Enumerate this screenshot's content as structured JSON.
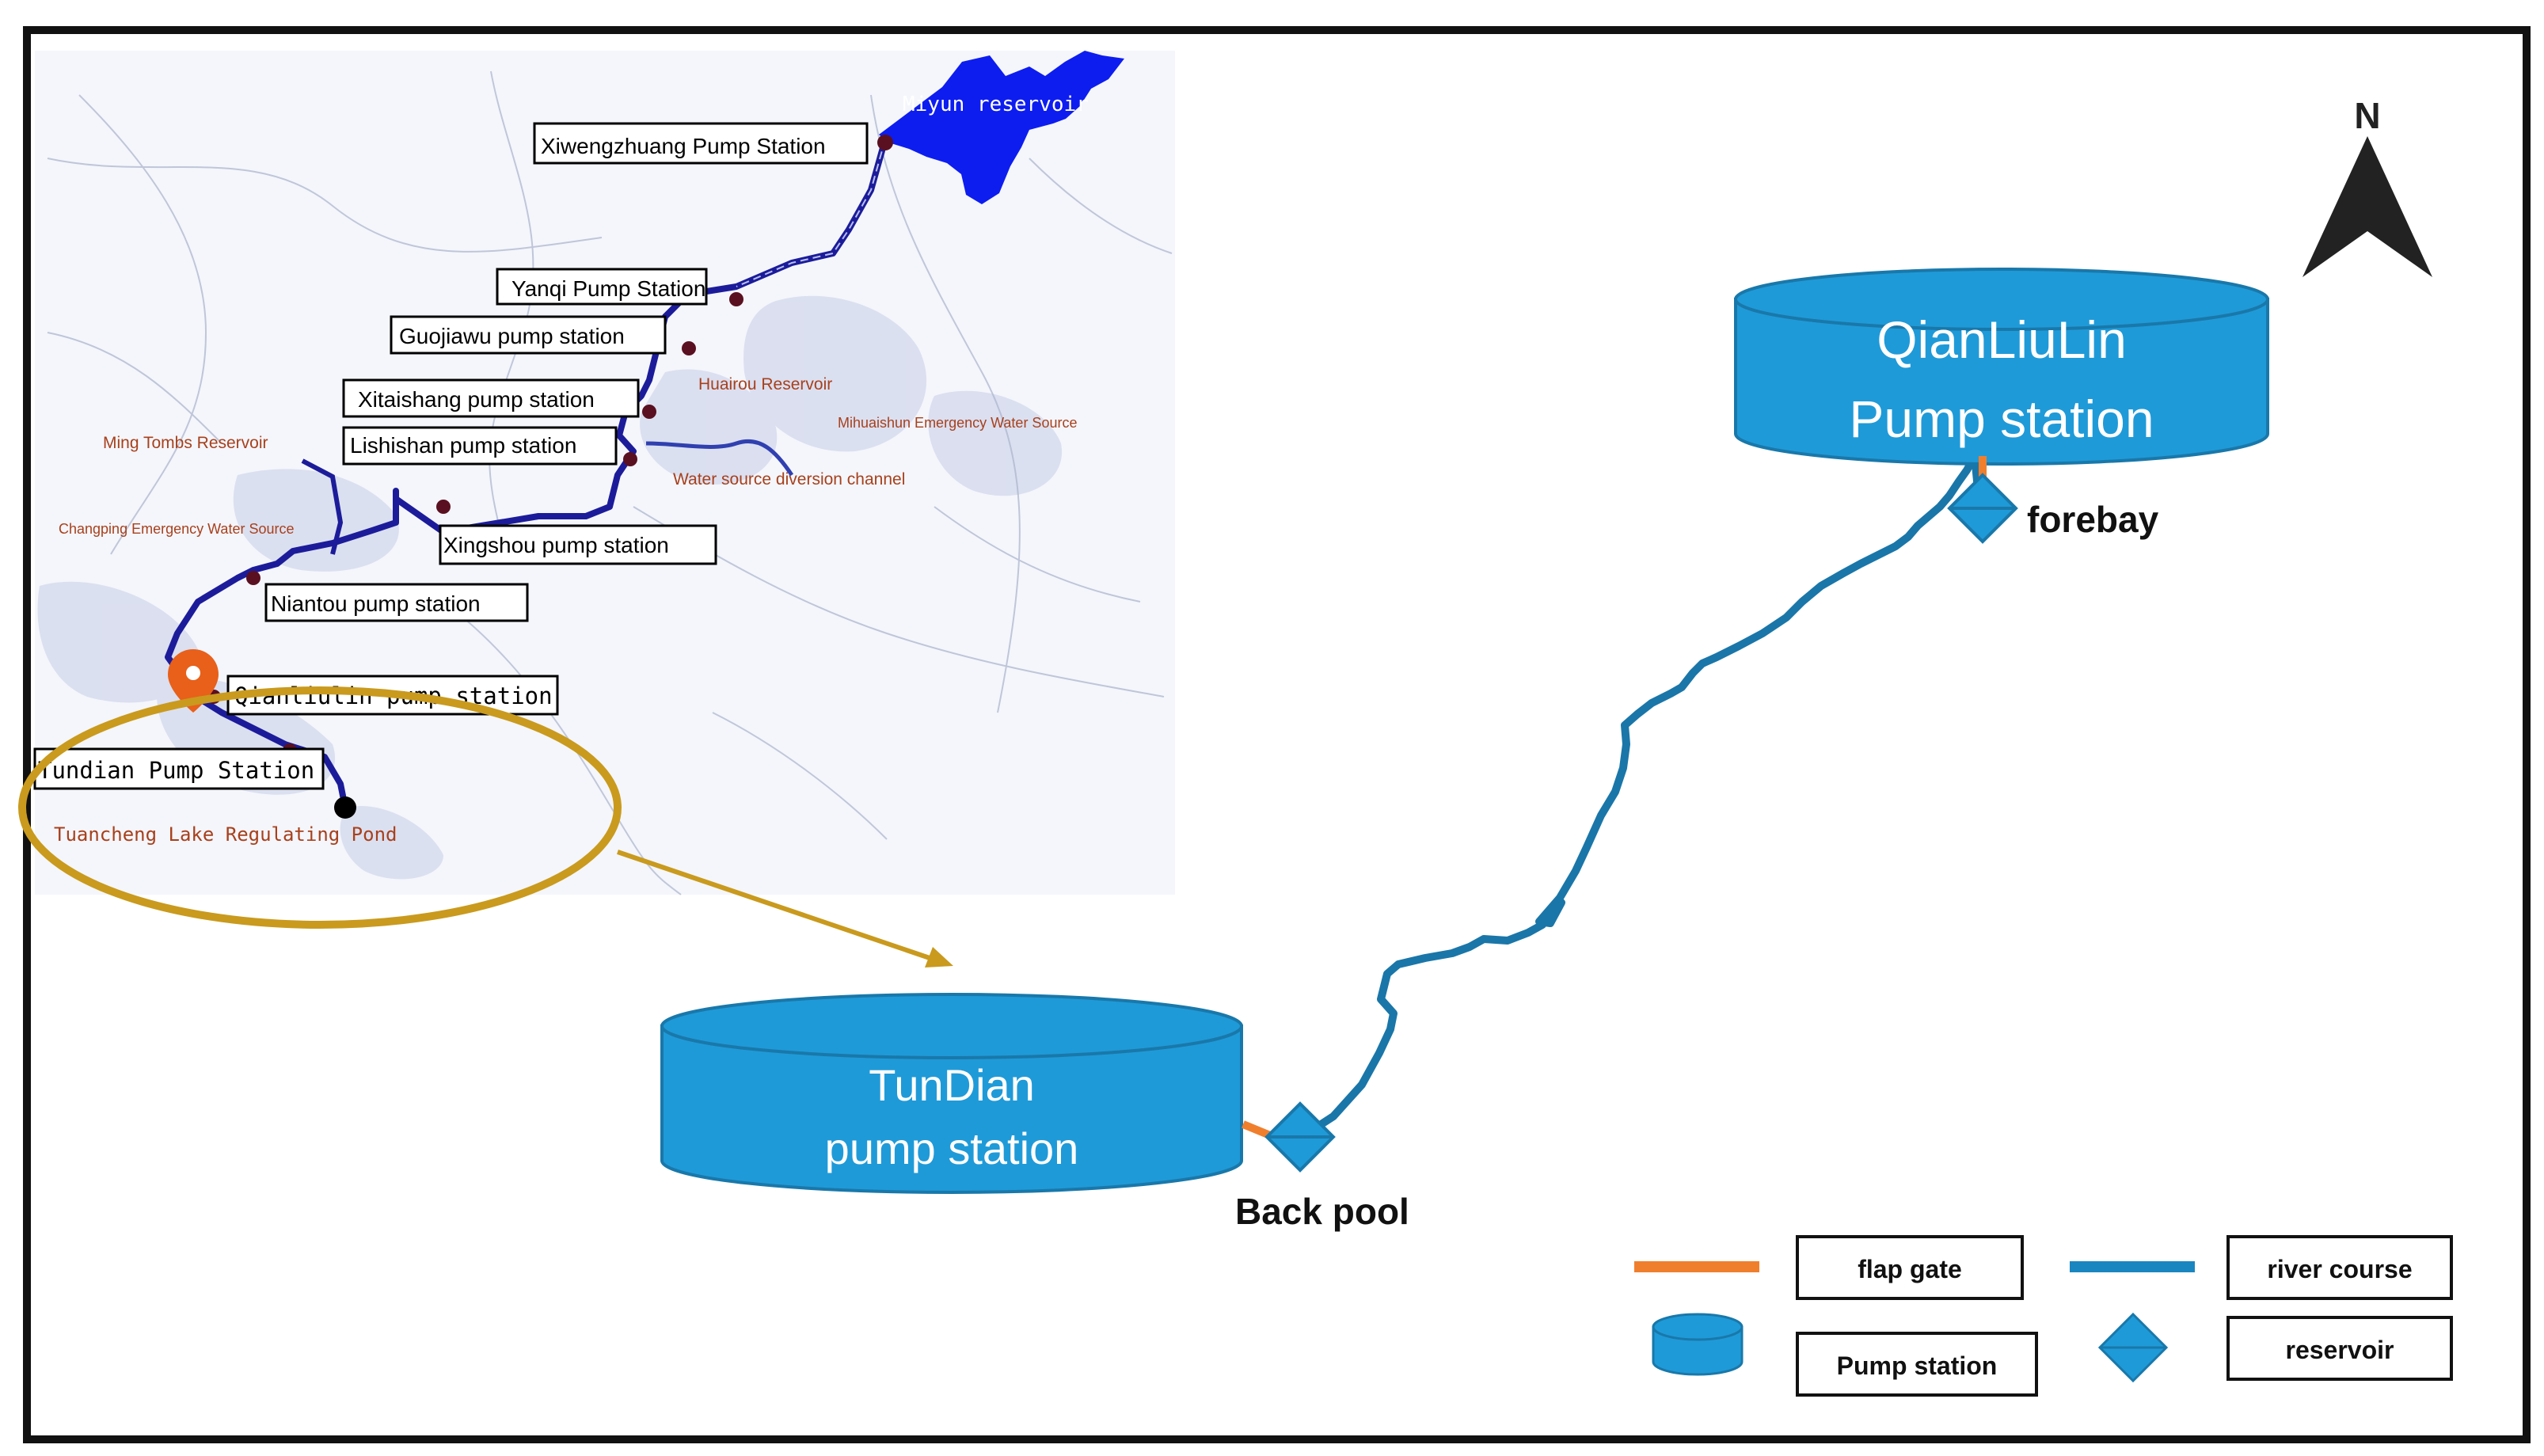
{
  "colors": {
    "frame": "#111111",
    "pump_station_fill": "#1f9ad8",
    "pump_station_stroke": "#1978aa",
    "river": "#1a76a8",
    "flap_gate": "#f07f2d",
    "callout": "#c99a1d",
    "map_route": "#1c1c9a",
    "reservoir_fill": "#0d1df0",
    "map_label_red": "#a8401c",
    "marker": "#e8601a"
  },
  "map": {
    "labels": {
      "miyun": "Miyun reservoir",
      "xiwengzhuang": "Xiwengzhuang Pump Station",
      "yanqi": "Yanqi Pump Station",
      "guojiawu": "Guojiawu pump station",
      "xitaishang": "Xitaishang pump station",
      "lishishan": "Lishishan pump station",
      "xingshou": "Xingshou pump station",
      "niantou": "Niantou pump station",
      "qianliulin": "Qianliulin pump station",
      "tundian": "Tundian Pump Station"
    },
    "place_names": {
      "huairou": "Huairou Reservoir",
      "mihuaishun": "Mihuaishun Emergency Water Source",
      "ming_tombs": "Ming Tombs Reservoir",
      "diversion": "Water source diversion channel",
      "changping": "Changping Emergency Water Source",
      "tuancheng": "Tuancheng Lake Regulating Pond"
    }
  },
  "compass": {
    "label": "N"
  },
  "schematic": {
    "qianliulin": {
      "line1": "QianLiuLin",
      "line2": "Pump station"
    },
    "tundian": {
      "line1": "TunDian",
      "line2": "pump station"
    },
    "forebay": "forebay",
    "back_pool": "Back pool"
  },
  "legend": {
    "flap_gate": "flap gate",
    "river_course": "river course",
    "pump_station": "Pump station",
    "reservoir": "reservoir"
  }
}
